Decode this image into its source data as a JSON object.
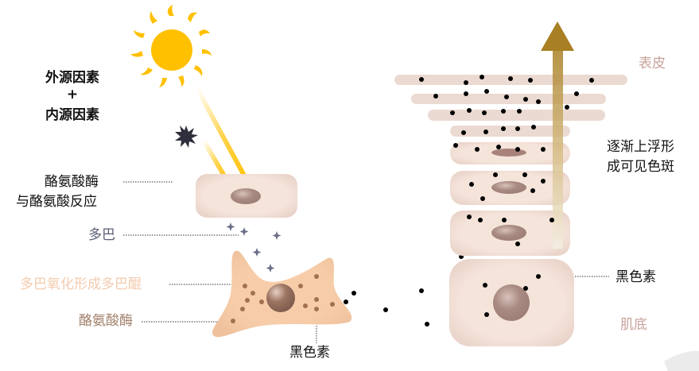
{
  "left_labels": {
    "factors_line1": "外源因素",
    "factors_plus": "+",
    "factors_line2": "内源因素",
    "reaction_line1": "酪氨酸酶",
    "reaction_line2": "与酪氨酸反应",
    "dopa": "多巴",
    "dopaquinone": "多巴氧化形成多巴醌",
    "tyrosinase": "酪氨酸酶",
    "melanin_bottom": "黑色素"
  },
  "right_labels": {
    "epidermis": "表皮",
    "rise_line1": "逐渐上浮形",
    "rise_line2": "成可见色斑",
    "melanin": "黑色素",
    "basal": "肌底"
  },
  "icons": [
    "sun-icon",
    "pollution-burst-icon",
    "uv-ray-arrow-icon",
    "dopa-sparkle-icon",
    "melanocyte-cell",
    "upward-arrow-icon"
  ],
  "colors": {
    "sun": "#FFC000",
    "cell_fill": "#F3E0D6",
    "melanocyte": "#F6CBA6",
    "nucleus": "#A0807A",
    "granule": "#A2714E",
    "melanin_dot": "#000000",
    "arrow": "#A97F24",
    "epidermis_label": "#C8A29A",
    "dopaquinone_label": "#F4CBAE",
    "tyrosinase_label": "#A2806C",
    "dopa_label": "#5A5E74"
  }
}
